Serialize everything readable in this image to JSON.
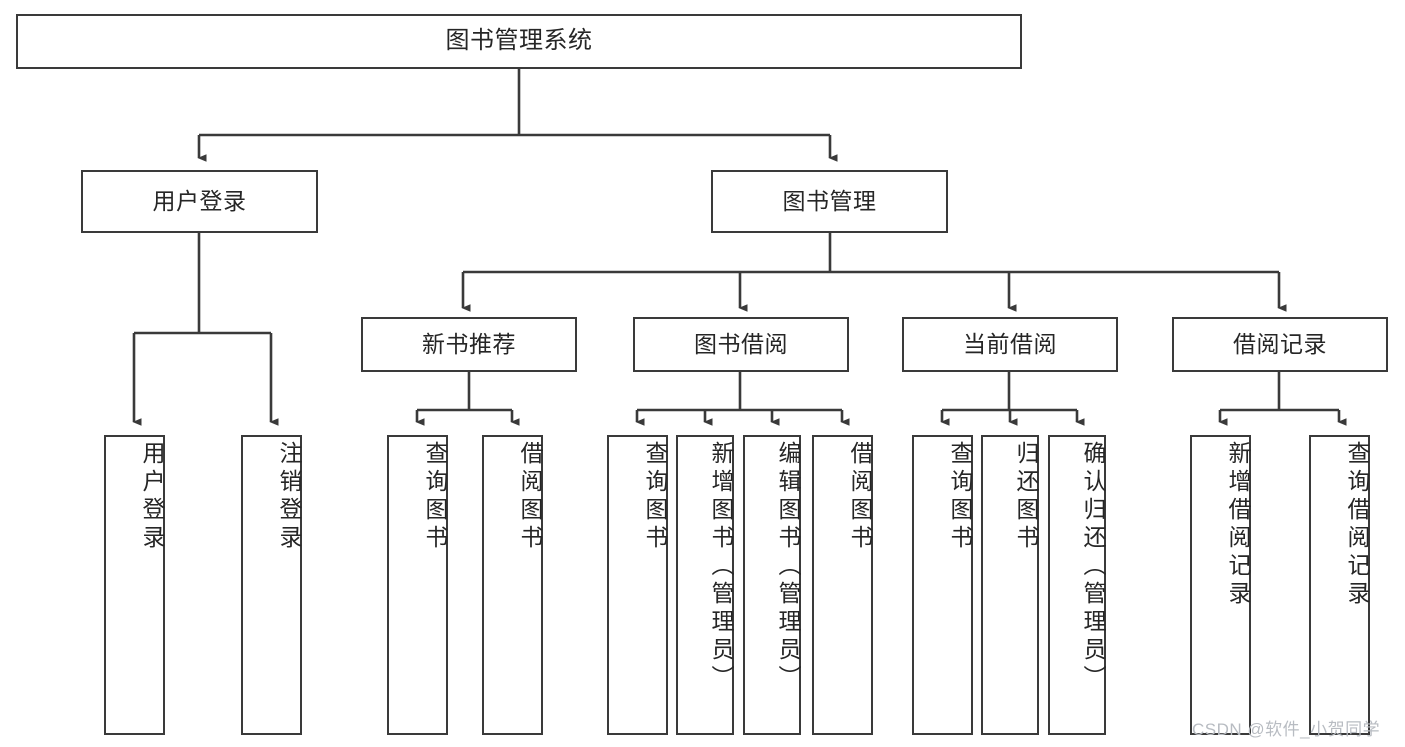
{
  "diagram": {
    "type": "tree-hierarchy",
    "title": "图书管理系统",
    "root": {
      "label": "图书管理系统"
    },
    "level2": [
      {
        "label": "用户登录"
      },
      {
        "label": "图书管理"
      }
    ],
    "level3": [
      {
        "label": "新书推荐"
      },
      {
        "label": "图书借阅"
      },
      {
        "label": "当前借阅"
      },
      {
        "label": "借阅记录"
      }
    ],
    "leaves": [
      {
        "label": "用户登录",
        "parent": "用户登录"
      },
      {
        "label": "注销登录",
        "parent": "用户登录"
      },
      {
        "label": "查询图书",
        "parent": "新书推荐"
      },
      {
        "label": "借阅图书",
        "parent": "新书推荐"
      },
      {
        "label": "查询图书",
        "parent": "图书借阅"
      },
      {
        "label": "新增图书（管理员）",
        "parent": "图书借阅"
      },
      {
        "label": "编辑图书（管理员）",
        "parent": "图书借阅"
      },
      {
        "label": "借阅图书",
        "parent": "图书借阅"
      },
      {
        "label": "查询图书",
        "parent": "当前借阅"
      },
      {
        "label": "归还图书",
        "parent": "当前借阅"
      },
      {
        "label": "确认归还（管理员）",
        "parent": "当前借阅"
      },
      {
        "label": "新增借阅记录",
        "parent": "借阅记录"
      },
      {
        "label": "查询借阅记录",
        "parent": "借阅记录"
      }
    ],
    "colors": {
      "border": "#3a3a3a",
      "text": "#262626",
      "background": "#ffffff",
      "watermark": "#b8bcc2"
    }
  },
  "watermark": {
    "text": "CSDN @软件_小贺同学"
  }
}
